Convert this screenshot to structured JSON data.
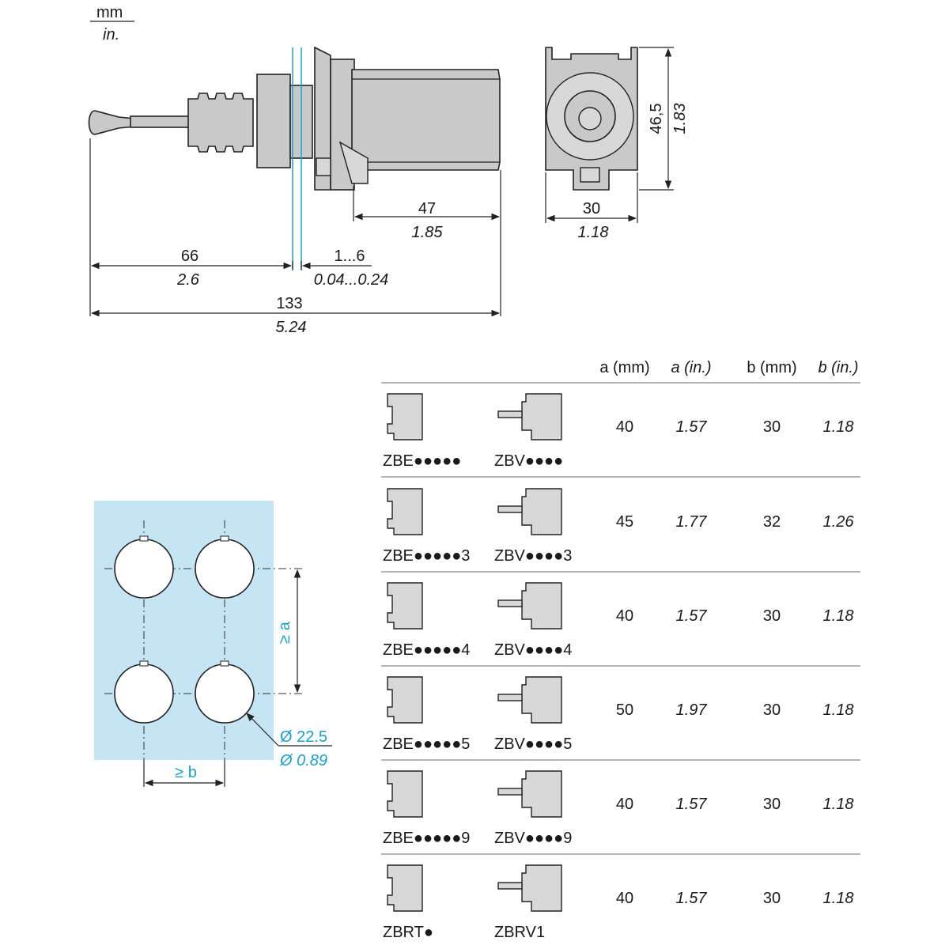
{
  "units": {
    "primary": "mm",
    "secondary": "in."
  },
  "side_view": {
    "dims": [
      {
        "mm": "47",
        "in": "1.85"
      },
      {
        "mm": "66",
        "in": "2.6"
      },
      {
        "mm": "1...6",
        "in": "0.04...0.24"
      },
      {
        "mm": "133",
        "in": "5.24"
      }
    ]
  },
  "front_view": {
    "width": {
      "mm": "30",
      "in": "1.18"
    },
    "height": {
      "mm": "46,5",
      "in": "1.83"
    }
  },
  "cutout": {
    "label_a": "≥ a",
    "label_b": "≥ b",
    "diameter_mm": "Ø 22.5",
    "diameter_in": "Ø 0.89",
    "colors": {
      "panel": "#c5e5f5",
      "accent": "#1aa0d0"
    }
  },
  "table": {
    "headers": [
      "a (mm)",
      "a (in.)",
      "b (mm)",
      "b (in.)"
    ],
    "rows": [
      {
        "ref1": "ZBE●●●●●",
        "ref2": "ZBV●●●●",
        "a_mm": "40",
        "a_in": "1.57",
        "b_mm": "30",
        "b_in": "1.18"
      },
      {
        "ref1": "ZBE●●●●●3",
        "ref2": "ZBV●●●●3",
        "a_mm": "45",
        "a_in": "1.77",
        "b_mm": "32",
        "b_in": "1.26"
      },
      {
        "ref1": "ZBE●●●●●4",
        "ref2": "ZBV●●●●4",
        "a_mm": "40",
        "a_in": "1.57",
        "b_mm": "30",
        "b_in": "1.18"
      },
      {
        "ref1": "ZBE●●●●●5",
        "ref2": "ZBV●●●●5",
        "a_mm": "50",
        "a_in": "1.97",
        "b_mm": "30",
        "b_in": "1.18"
      },
      {
        "ref1": "ZBE●●●●●9",
        "ref2": "ZBV●●●●9",
        "a_mm": "40",
        "a_in": "1.57",
        "b_mm": "30",
        "b_in": "1.18"
      },
      {
        "ref1": "ZBRT●",
        "ref2": "ZBRV1",
        "a_mm": "40",
        "a_in": "1.57",
        "b_mm": "30",
        "b_in": "1.18"
      }
    ]
  }
}
